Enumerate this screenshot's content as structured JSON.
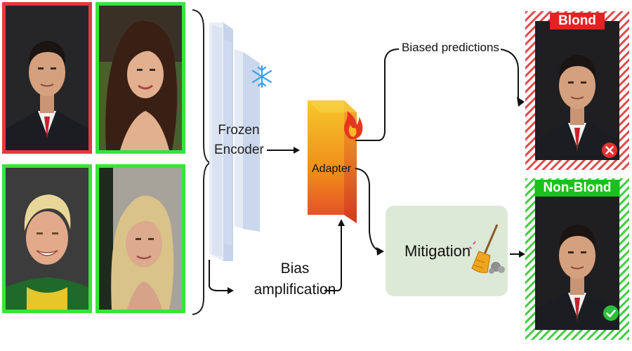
{
  "encoder": {
    "label_line1": "Frozen",
    "label_line2": "Encoder",
    "frozen_icon": "snowflake-icon"
  },
  "adapter": {
    "label": "Adapter",
    "trainable_icon": "fire-icon"
  },
  "bias_amplification": {
    "line1": "Bias",
    "line2": "amplification"
  },
  "biased_predictions": {
    "label": "Biased predictions"
  },
  "mitigation": {
    "label": "Mitigation",
    "icon": "broom-icon"
  },
  "inputs": [
    {
      "subject": "man in suit",
      "frame_color": "#e23a3a"
    },
    {
      "subject": "brown-haired woman",
      "frame_color": "#3be23b"
    },
    {
      "subject": "blond man",
      "frame_color": "#3be23b"
    },
    {
      "subject": "blond woman",
      "frame_color": "#3be23b"
    }
  ],
  "outputs": {
    "biased": {
      "tag": "Blond",
      "tag_color": "#e52222",
      "hatch_color": "#e04a4a",
      "verdict_icon": "cross-icon"
    },
    "mitigated": {
      "tag": "Non-Blond",
      "tag_color": "#19c219",
      "hatch_color": "#3fce3f",
      "verdict_icon": "check-icon"
    }
  },
  "colors": {
    "encoder": "#c9d6ec",
    "adapter_front": "#f29a1e",
    "mitigation_bg": "#dce9d7"
  }
}
